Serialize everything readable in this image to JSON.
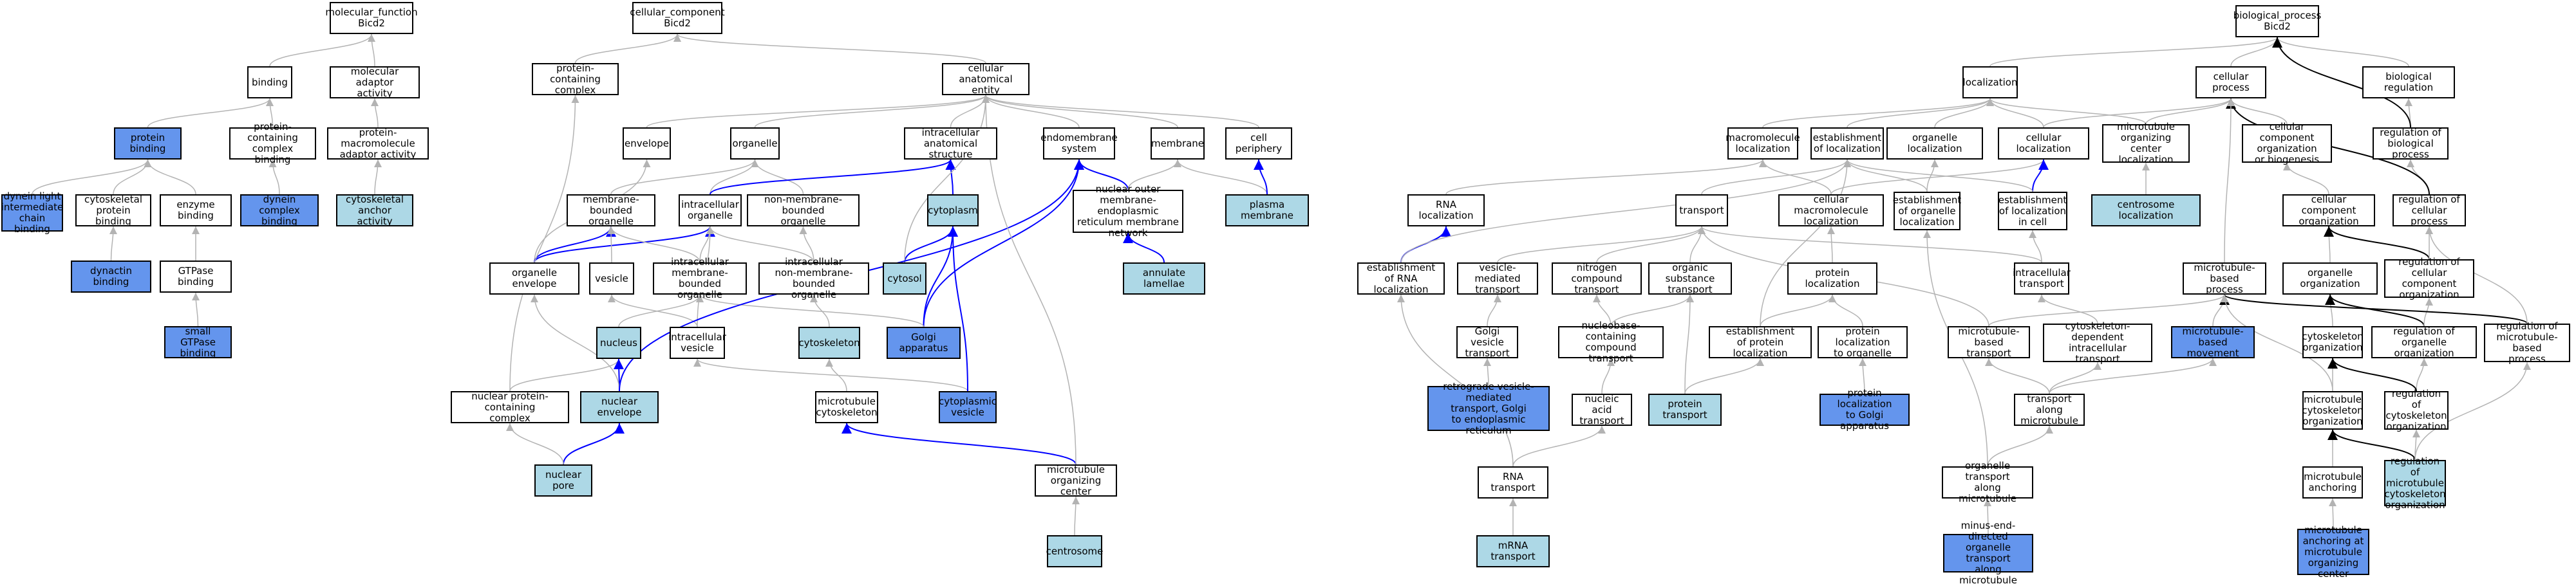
{
  "colors": {
    "white": "#ffffff",
    "light": "#add8e6",
    "medium": "#6495ed",
    "edge_gray": "#b3b3b3",
    "edge_blue": "#0000ff",
    "edge_black": "#000000"
  },
  "nodes": {
    "mf_root": {
      "label": "molecular_function\nBicd2",
      "fill": "white"
    },
    "binding": {
      "label": "binding",
      "fill": "white"
    },
    "mol_adaptor": {
      "label": "molecular adaptor\nactivity",
      "fill": "white"
    },
    "protein_binding": {
      "label": "protein binding",
      "fill": "medium"
    },
    "pc_binding": {
      "label": "protein-containing\ncomplex binding",
      "fill": "white"
    },
    "pm_adaptor": {
      "label": "protein-macromolecule\nadaptor activity",
      "fill": "white"
    },
    "dynein_light": {
      "label": "dynein light\nintermediate\nchain binding",
      "fill": "medium"
    },
    "cyto_protein_binding": {
      "label": "cytoskeletal\nprotein binding",
      "fill": "white"
    },
    "enzyme_binding": {
      "label": "enzyme binding",
      "fill": "white"
    },
    "dynein_complex": {
      "label": "dynein complex\nbinding",
      "fill": "medium"
    },
    "cyto_anchor": {
      "label": "cytoskeletal\nanchor activity",
      "fill": "light"
    },
    "dynactin": {
      "label": "dynactin binding",
      "fill": "medium"
    },
    "gtpase_binding": {
      "label": "GTPase binding",
      "fill": "white"
    },
    "small_gtpase": {
      "label": "small GTPase\nbinding",
      "fill": "medium"
    },
    "cc_root": {
      "label": "cellular_component\nBicd2",
      "fill": "white"
    },
    "pc_complex": {
      "label": "protein-containing\ncomplex",
      "fill": "white"
    },
    "cae": {
      "label": "cellular anatomical\nentity",
      "fill": "white"
    },
    "envelope": {
      "label": "envelope",
      "fill": "white"
    },
    "organelle": {
      "label": "organelle",
      "fill": "white"
    },
    "intra_anat": {
      "label": "intracellular\nanatomical structure",
      "fill": "white"
    },
    "endomembrane": {
      "label": "endomembrane\nsystem",
      "fill": "white"
    },
    "membrane": {
      "label": "membrane",
      "fill": "white"
    },
    "periphery": {
      "label": "cell periphery",
      "fill": "white"
    },
    "mb_organelle": {
      "label": "membrane-bounded\norganelle",
      "fill": "white"
    },
    "intra_organelle": {
      "label": "intracellular\norganelle",
      "fill": "white"
    },
    "nonmb_organelle": {
      "label": "non-membrane-bounded\norganelle",
      "fill": "white"
    },
    "cytoplasm": {
      "label": "cytoplasm",
      "fill": "light"
    },
    "nucl_outer": {
      "label": "nuclear outer\nmembrane-endoplasmic\nreticulum membrane\nnetwork",
      "fill": "white"
    },
    "plasma_membrane": {
      "label": "plasma membrane",
      "fill": "light"
    },
    "organelle_env": {
      "label": "organelle envelope",
      "fill": "white"
    },
    "vesicle": {
      "label": "vesicle",
      "fill": "white"
    },
    "intra_mb_org": {
      "label": "intracellular\nmembrane-bounded\norganelle",
      "fill": "white"
    },
    "intra_nonmb_org": {
      "label": "intracellular\nnon-membrane-bounded\norganelle",
      "fill": "white"
    },
    "cytosol": {
      "label": "cytosol",
      "fill": "light"
    },
    "annulate": {
      "label": "annulate lamellae",
      "fill": "light"
    },
    "nucleus": {
      "label": "nucleus",
      "fill": "light"
    },
    "intra_vesicle": {
      "label": "intracellular\nvesicle",
      "fill": "white"
    },
    "cytoskeleton": {
      "label": "cytoskeleton",
      "fill": "light"
    },
    "golgi": {
      "label": "Golgi apparatus",
      "fill": "medium"
    },
    "npc": {
      "label": "nuclear protein-containing\ncomplex",
      "fill": "white"
    },
    "nuc_env": {
      "label": "nuclear envelope",
      "fill": "light"
    },
    "mt_cytoskel": {
      "label": "microtubule\ncytoskeleton",
      "fill": "white"
    },
    "cyto_vesicle": {
      "label": "cytoplasmic\nvesicle",
      "fill": "medium"
    },
    "nuc_pore": {
      "label": "nuclear pore",
      "fill": "light"
    },
    "mtoc": {
      "label": "microtubule\norganizing center",
      "fill": "white"
    },
    "centrosome": {
      "label": "centrosome",
      "fill": "light"
    },
    "bp_root": {
      "label": "biological_process\nBicd2",
      "fill": "white"
    },
    "localization": {
      "label": "localization",
      "fill": "white"
    },
    "cell_process": {
      "label": "cellular process",
      "fill": "white"
    },
    "bio_reg": {
      "label": "biological regulation",
      "fill": "white"
    },
    "macro_loc": {
      "label": "macromolecule\nlocalization",
      "fill": "white"
    },
    "est_loc": {
      "label": "establishment\nof localization",
      "fill": "white"
    },
    "org_loc": {
      "label": "organelle localization",
      "fill": "white"
    },
    "cell_loc": {
      "label": "cellular localization",
      "fill": "white"
    },
    "mtoc_loc": {
      "label": "microtubule\norganizing center\nlocalization",
      "fill": "white"
    },
    "cc_org_bio": {
      "label": "cellular component\norganization\nor biogenesis",
      "fill": "white"
    },
    "reg_bio_proc": {
      "label": "regulation of\nbiological process",
      "fill": "white"
    },
    "rna_loc": {
      "label": "RNA localization",
      "fill": "white"
    },
    "transport": {
      "label": "transport",
      "fill": "white"
    },
    "cell_macro_loc": {
      "label": "cellular macromolecule\nlocalization",
      "fill": "white"
    },
    "est_org_loc": {
      "label": "establishment\nof organelle\nlocalization",
      "fill": "white"
    },
    "est_loc_cell": {
      "label": "establishment\nof localization\nin cell",
      "fill": "white"
    },
    "centrosome_loc": {
      "label": "centrosome localization",
      "fill": "light"
    },
    "cc_org": {
      "label": "cellular component\norganization",
      "fill": "white"
    },
    "reg_cell_proc": {
      "label": "regulation of\ncellular process",
      "fill": "white"
    },
    "est_rna_loc": {
      "label": "establishment\nof RNA localization",
      "fill": "white"
    },
    "vesicle_transport": {
      "label": "vesicle-mediated\ntransport",
      "fill": "white"
    },
    "nitrogen_transport": {
      "label": "nitrogen compound\ntransport",
      "fill": "white"
    },
    "organic_transport": {
      "label": "organic substance\ntransport",
      "fill": "white"
    },
    "protein_loc": {
      "label": "protein localization",
      "fill": "white"
    },
    "intra_transport": {
      "label": "intracellular\ntransport",
      "fill": "white"
    },
    "mt_process": {
      "label": "microtubule-based\nprocess",
      "fill": "white"
    },
    "org_org": {
      "label": "organelle organization",
      "fill": "white"
    },
    "reg_cc_org": {
      "label": "regulation of\ncellular component\norganization",
      "fill": "white"
    },
    "golgi_vesicle": {
      "label": "Golgi vesicle\ntransport",
      "fill": "white"
    },
    "nucleobase": {
      "label": "nucleobase-containing\ncompound transport",
      "fill": "white"
    },
    "est_prot_loc": {
      "label": "establishment\nof protein localization",
      "fill": "white"
    },
    "prot_loc_org": {
      "label": "protein localization\nto organelle",
      "fill": "white"
    },
    "mt_transport": {
      "label": "microtubule-based\ntransport",
      "fill": "white"
    },
    "cyto_dep_transport": {
      "label": "cytoskeleton-dependent\nintracellular\ntransport",
      "fill": "white"
    },
    "mt_movement": {
      "label": "microtubule-based\nmovement",
      "fill": "medium"
    },
    "cytoskel_org": {
      "label": "cytoskeleton\norganization",
      "fill": "white"
    },
    "reg_org_org": {
      "label": "regulation of\norganelle organization",
      "fill": "white"
    },
    "reg_mt_proc": {
      "label": "regulation of\nmicrotubule-based\nprocess",
      "fill": "white"
    },
    "retrograde": {
      "label": "retrograde vesicle-mediated\ntransport, Golgi\nto endoplasmic\nreticulum",
      "fill": "medium"
    },
    "nucleic_transport": {
      "label": "nucleic acid\ntransport",
      "fill": "white"
    },
    "protein_transport": {
      "label": "protein transport",
      "fill": "light"
    },
    "prot_loc_golgi": {
      "label": "protein localization\nto Golgi apparatus",
      "fill": "medium"
    },
    "transport_along_mt": {
      "label": "transport along\nmicrotubule",
      "fill": "white"
    },
    "mt_cyto_org": {
      "label": "microtubule\ncytoskeleton\norganization",
      "fill": "white"
    },
    "reg_cytoskel_org": {
      "label": "regulation of\ncytoskeleton\norganization",
      "fill": "white"
    },
    "rna_transport": {
      "label": "RNA transport",
      "fill": "white"
    },
    "org_transport_mt": {
      "label": "organelle transport\nalong microtubule",
      "fill": "white"
    },
    "mt_anchoring": {
      "label": "microtubule\nanchoring",
      "fill": "white"
    },
    "reg_mt_cyto_org": {
      "label": "regulation of\nmicrotubule\ncytoskeleton\norganization",
      "fill": "light"
    },
    "mrna_transport": {
      "label": "mRNA transport",
      "fill": "light"
    },
    "minus_end": {
      "label": "minus-end-directed\norganelle transport\nalong microtubule",
      "fill": "medium"
    },
    "mt_anchoring_mtoc": {
      "label": "microtubule\nanchoring at\nmicrotubule\norganizing center",
      "fill": "medium"
    }
  },
  "edges": [
    [
      "binding",
      "mf_root",
      "gray"
    ],
    [
      "mol_adaptor",
      "mf_root",
      "gray"
    ],
    [
      "protein_binding",
      "binding",
      "gray"
    ],
    [
      "pc_binding",
      "binding",
      "gray"
    ],
    [
      "pm_adaptor",
      "mol_adaptor",
      "gray"
    ],
    [
      "dynein_light",
      "protein_binding",
      "gray"
    ],
    [
      "cyto_protein_binding",
      "protein_binding",
      "gray"
    ],
    [
      "enzyme_binding",
      "protein_binding",
      "gray"
    ],
    [
      "dynein_complex",
      "pc_binding",
      "gray"
    ],
    [
      "cyto_anchor",
      "pm_adaptor",
      "gray"
    ],
    [
      "dynactin",
      "cyto_protein_binding",
      "gray"
    ],
    [
      "gtpase_binding",
      "enzyme_binding",
      "gray"
    ],
    [
      "small_gtpase",
      "gtpase_binding",
      "gray"
    ],
    [
      "pc_complex",
      "cc_root",
      "gray"
    ],
    [
      "cae",
      "cc_root",
      "gray"
    ],
    [
      "envelope",
      "cae",
      "gray"
    ],
    [
      "organelle",
      "cae",
      "gray"
    ],
    [
      "intra_anat",
      "cae",
      "gray"
    ],
    [
      "endomembrane",
      "cae",
      "gray"
    ],
    [
      "membrane",
      "cae",
      "gray"
    ],
    [
      "periphery",
      "cae",
      "gray"
    ],
    [
      "mb_organelle",
      "organelle",
      "gray"
    ],
    [
      "intra_organelle",
      "organelle",
      "gray"
    ],
    [
      "nonmb_organelle",
      "organelle",
      "gray"
    ],
    [
      "intra_organelle",
      "intra_anat",
      "blue"
    ],
    [
      "cytoplasm",
      "intra_anat",
      "blue"
    ],
    [
      "nucl_outer",
      "endomembrane",
      "blue"
    ],
    [
      "nucl_outer",
      "membrane",
      "gray"
    ],
    [
      "plasma_membrane",
      "membrane",
      "gray"
    ],
    [
      "plasma_membrane",
      "periphery",
      "blue"
    ],
    [
      "organelle_env",
      "envelope",
      "gray"
    ],
    [
      "organelle_env",
      "mb_organelle",
      "blue"
    ],
    [
      "organelle_env",
      "intra_organelle",
      "blue"
    ],
    [
      "vesicle",
      "mb_organelle",
      "gray"
    ],
    [
      "intra_mb_org",
      "mb_organelle",
      "gray"
    ],
    [
      "intra_mb_org",
      "intra_organelle",
      "gray"
    ],
    [
      "intra_nonmb_org",
      "nonmb_organelle",
      "gray"
    ],
    [
      "intra_nonmb_org",
      "intra_organelle",
      "gray"
    ],
    [
      "cytosol",
      "cytoplasm",
      "blue"
    ],
    [
      "cytosol",
      "cae",
      "gray"
    ],
    [
      "annulate",
      "nucl_outer",
      "blue"
    ],
    [
      "nucleus",
      "intra_mb_org",
      "gray"
    ],
    [
      "intra_vesicle",
      "vesicle",
      "gray"
    ],
    [
      "intra_vesicle",
      "intra_organelle",
      "gray"
    ],
    [
      "cytoskeleton",
      "intra_nonmb_org",
      "gray"
    ],
    [
      "golgi",
      "cytoplasm",
      "blue"
    ],
    [
      "golgi",
      "endomembrane",
      "blue"
    ],
    [
      "golgi",
      "intra_mb_org",
      "gray"
    ],
    [
      "npc",
      "pc_complex",
      "gray"
    ],
    [
      "npc",
      "nucleus",
      "gray"
    ],
    [
      "nuc_env",
      "nucleus",
      "blue"
    ],
    [
      "nuc_env",
      "organelle_env",
      "gray"
    ],
    [
      "nuc_env",
      "endomembrane",
      "blue"
    ],
    [
      "mt_cytoskel",
      "cytoskeleton",
      "gray"
    ],
    [
      "cyto_vesicle",
      "intra_vesicle",
      "gray"
    ],
    [
      "cyto_vesicle",
      "cytoplasm",
      "blue"
    ],
    [
      "nuc_pore",
      "nuc_env",
      "blue"
    ],
    [
      "nuc_pore",
      "npc",
      "gray"
    ],
    [
      "mtoc",
      "mt_cytoskel",
      "blue"
    ],
    [
      "mtoc",
      "cae",
      "gray"
    ],
    [
      "centrosome",
      "mtoc",
      "gray"
    ],
    [
      "localization",
      "bp_root",
      "gray"
    ],
    [
      "cell_process",
      "bp_root",
      "gray"
    ],
    [
      "bio_reg",
      "bp_root",
      "gray"
    ],
    [
      "macro_loc",
      "localization",
      "gray"
    ],
    [
      "est_loc",
      "localization",
      "gray"
    ],
    [
      "org_loc",
      "localization",
      "gray"
    ],
    [
      "cell_loc",
      "localization",
      "gray"
    ],
    [
      "mtoc_loc",
      "localization",
      "gray"
    ],
    [
      "cell_loc",
      "cell_process",
      "gray"
    ],
    [
      "mtoc_loc",
      "cell_process",
      "gray"
    ],
    [
      "cc_org_bio",
      "cell_process",
      "gray"
    ],
    [
      "reg_bio_proc",
      "bio_reg",
      "gray"
    ],
    [
      "reg_bio_proc",
      "bp_root",
      "black"
    ],
    [
      "rna_loc",
      "macro_loc",
      "gray"
    ],
    [
      "transport",
      "est_loc",
      "gray"
    ],
    [
      "cell_macro_loc",
      "macro_loc",
      "gray"
    ],
    [
      "cell_macro_loc",
      "cell_loc",
      "gray"
    ],
    [
      "est_org_loc",
      "org_loc",
      "gray"
    ],
    [
      "est_org_loc",
      "est_loc",
      "gray"
    ],
    [
      "est_loc_cell",
      "cell_loc",
      "blue"
    ],
    [
      "est_loc_cell",
      "est_loc",
      "gray"
    ],
    [
      "centrosome_loc",
      "mtoc_loc",
      "gray"
    ],
    [
      "cc_org",
      "cc_org_bio",
      "gray"
    ],
    [
      "reg_cell_proc",
      "reg_bio_proc",
      "gray"
    ],
    [
      "reg_cell_proc",
      "cell_process",
      "black"
    ],
    [
      "est_rna_loc",
      "rna_loc",
      "blue"
    ],
    [
      "est_rna_loc",
      "est_loc",
      "gray"
    ],
    [
      "vesicle_transport",
      "transport",
      "gray"
    ],
    [
      "nitrogen_transport",
      "transport",
      "gray"
    ],
    [
      "organic_transport",
      "transport",
      "gray"
    ],
    [
      "protein_loc",
      "cell_macro_loc",
      "gray"
    ],
    [
      "intra_transport",
      "transport",
      "gray"
    ],
    [
      "intra_transport",
      "est_loc_cell",
      "gray"
    ],
    [
      "mt_process",
      "cell_process",
      "gray"
    ],
    [
      "org_org",
      "cc_org",
      "gray"
    ],
    [
      "reg_cc_org",
      "cc_org",
      "black"
    ],
    [
      "reg_cc_org",
      "reg_cell_proc",
      "gray"
    ],
    [
      "golgi_vesicle",
      "vesicle_transport",
      "gray"
    ],
    [
      "nucleobase",
      "nitrogen_transport",
      "gray"
    ],
    [
      "nucleobase",
      "organic_transport",
      "gray"
    ],
    [
      "est_prot_loc",
      "protein_loc",
      "gray"
    ],
    [
      "est_prot_loc",
      "est_loc",
      "gray"
    ],
    [
      "prot_loc_org",
      "protein_loc",
      "gray"
    ],
    [
      "mt_transport",
      "mt_process",
      "gray"
    ],
    [
      "mt_transport",
      "transport",
      "gray"
    ],
    [
      "cyto_dep_transport",
      "intra_transport",
      "gray"
    ],
    [
      "mt_movement",
      "mt_process",
      "gray"
    ],
    [
      "cytoskel_org",
      "org_org",
      "gray"
    ],
    [
      "reg_org_org",
      "org_org",
      "black"
    ],
    [
      "reg_org_org",
      "reg_cc_org",
      "gray"
    ],
    [
      "reg_mt_proc",
      "mt_process",
      "black"
    ],
    [
      "reg_mt_proc",
      "reg_cell_proc",
      "gray"
    ],
    [
      "retrograde",
      "golgi_vesicle",
      "gray"
    ],
    [
      "nucleic_transport",
      "nucleobase",
      "gray"
    ],
    [
      "protein_transport",
      "organic_transport",
      "gray"
    ],
    [
      "protein_transport",
      "est_prot_loc",
      "gray"
    ],
    [
      "prot_loc_golgi",
      "prot_loc_org",
      "gray"
    ],
    [
      "transport_along_mt",
      "mt_transport",
      "gray"
    ],
    [
      "transport_along_mt",
      "cyto_dep_transport",
      "gray"
    ],
    [
      "transport_along_mt",
      "mt_movement",
      "gray"
    ],
    [
      "mt_cyto_org",
      "cytoskel_org",
      "gray"
    ],
    [
      "mt_cyto_org",
      "mt_process",
      "gray"
    ],
    [
      "reg_cytoskel_org",
      "reg_org_org",
      "gray"
    ],
    [
      "reg_cytoskel_org",
      "cytoskel_org",
      "black"
    ],
    [
      "rna_transport",
      "nucleic_transport",
      "gray"
    ],
    [
      "rna_transport",
      "est_rna_loc",
      "gray"
    ],
    [
      "org_transport_mt",
      "transport_along_mt",
      "gray"
    ],
    [
      "org_transport_mt",
      "est_org_loc",
      "gray"
    ],
    [
      "mt_anchoring",
      "mt_cyto_org",
      "gray"
    ],
    [
      "reg_mt_cyto_org",
      "mt_cyto_org",
      "black"
    ],
    [
      "reg_mt_cyto_org",
      "reg_cytoskel_org",
      "gray"
    ],
    [
      "reg_mt_cyto_org",
      "reg_mt_proc",
      "gray"
    ],
    [
      "mrna_transport",
      "rna_transport",
      "gray"
    ],
    [
      "minus_end",
      "org_transport_mt",
      "gray"
    ],
    [
      "mt_anchoring_mtoc",
      "mt_anchoring",
      "gray"
    ]
  ]
}
